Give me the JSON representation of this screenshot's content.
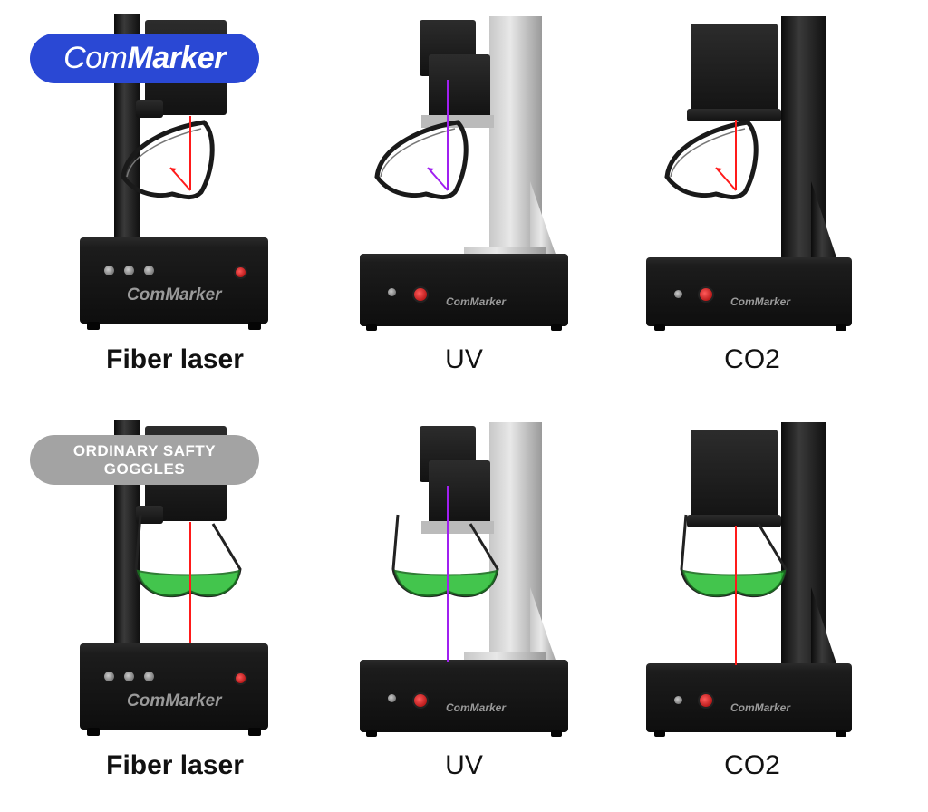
{
  "logo_badge": {
    "text_light": "Com",
    "text_bold": "Marker",
    "color": "#2a48d4"
  },
  "goggles_badge": {
    "line1": "ORDINARY SAFTY",
    "line2": "GOGGLES",
    "color": "#a3a3a3"
  },
  "machine_brand": "ComMarker",
  "rows": [
    {
      "goggles": "laser-safety-dark",
      "panels": [
        {
          "type": "fiber",
          "label": "Fiber laser",
          "laser_color": "#ff1a1a"
        },
        {
          "type": "uv",
          "label": "UV",
          "laser_color": "#a020f0"
        },
        {
          "type": "co2",
          "label": "CO2",
          "laser_color": "#ff1a1a"
        }
      ]
    },
    {
      "goggles": "ordinary-green",
      "panels": [
        {
          "type": "fiber",
          "label": "Fiber laser",
          "laser_color": "#ff1a1a"
        },
        {
          "type": "uv",
          "label": "UV",
          "laser_color": "#a020f0"
        },
        {
          "type": "co2",
          "label": "CO2",
          "laser_color": "#ff1a1a"
        }
      ]
    }
  ]
}
